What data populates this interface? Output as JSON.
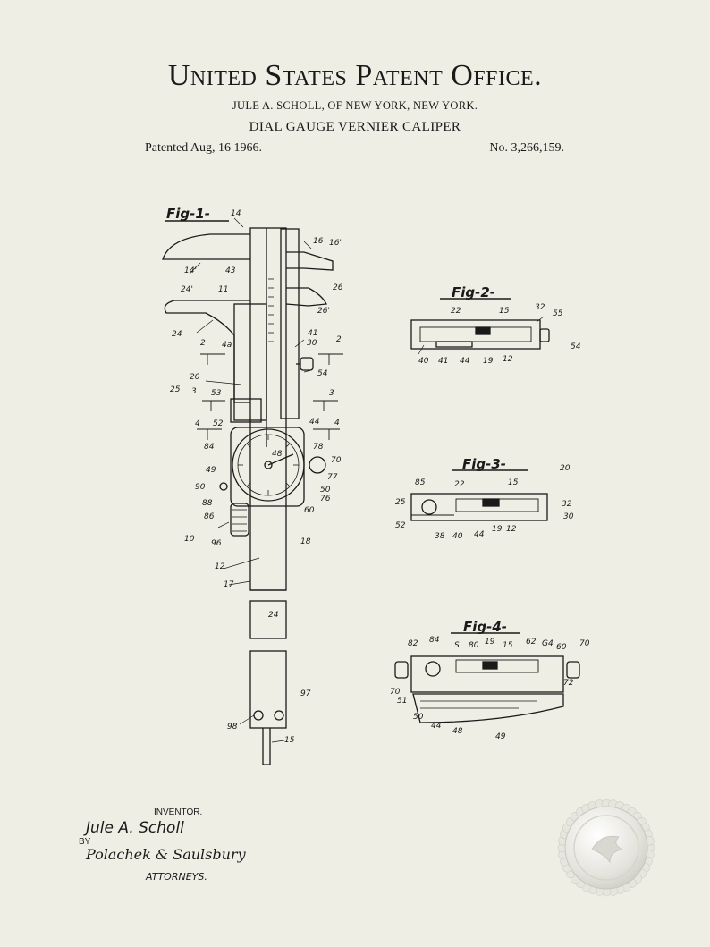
{
  "header": {
    "title": "United States Patent Office.",
    "inventor_line": "JULE A. SCHOLL, OF NEW YORK, NEW YORK.",
    "invention": "DIAL GAUGE VERNIER CALIPER",
    "patented": "Patented Aug, 16 1966.",
    "patent_number": "No. 3,266,159."
  },
  "figures": {
    "fig1": "Fig-1-",
    "fig2": "Fig-2-",
    "fig3": "Fig-3-",
    "fig4": "Fig-4-"
  },
  "fig1_numbers": [
    "14",
    "16",
    "16'",
    "14'",
    "43",
    "11",
    "26",
    "24'",
    "26'",
    "24",
    "41",
    "30",
    "2",
    "4a",
    "2",
    "54",
    "20",
    "25",
    "3",
    "53",
    "3",
    "4",
    "52",
    "44",
    "4",
    "84",
    "78",
    "70",
    "48",
    "77",
    "49",
    "90",
    "50",
    "76",
    "88",
    "60",
    "86",
    "10",
    "96",
    "18",
    "12",
    "17",
    "24",
    "97",
    "98",
    "15"
  ],
  "fig2_numbers": [
    "22",
    "15",
    "32",
    "55",
    "54",
    "40",
    "41",
    "44",
    "19",
    "12"
  ],
  "fig3_numbers": [
    "20",
    "85",
    "22",
    "15",
    "25",
    "32",
    "30",
    "52",
    "38",
    "40",
    "44",
    "19",
    "12"
  ],
  "fig4_numbers": [
    "82",
    "84",
    "S",
    "80",
    "19",
    "15",
    "62",
    "G4",
    "60",
    "70",
    "72",
    "70",
    "51",
    "50",
    "44",
    "48",
    "49"
  ],
  "signature": {
    "inventor_label": "INVENTOR.",
    "inventor_name": "Jule A. Scholl",
    "by": "BY",
    "attorney_signature": "Polachek & Saulsbury",
    "attorneys_label": "ATTORNEYS."
  }
}
